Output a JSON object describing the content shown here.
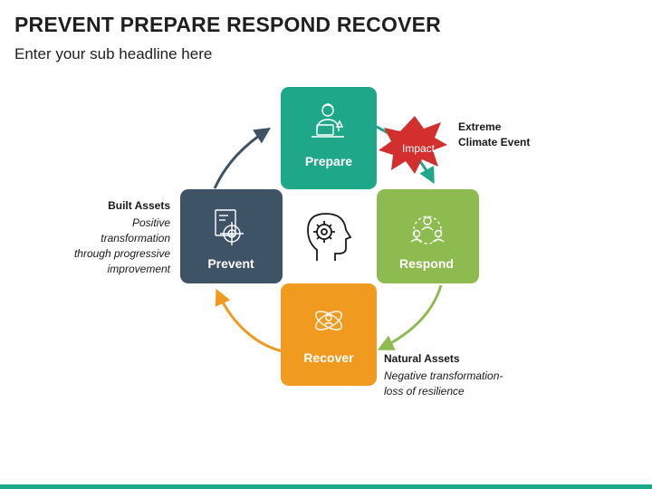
{
  "header": {
    "title": "PREVENT PREPARE RESPOND RECOVER",
    "subtitle": "Enter your sub headline here"
  },
  "cards": {
    "prepare": {
      "label": "Prepare",
      "icon": "person-at-laptop-icon",
      "color": "#1fa78a"
    },
    "prevent": {
      "label": "Prevent",
      "icon": "target-document-icon",
      "color": "#3f5366"
    },
    "respond": {
      "label": "Respond",
      "icon": "team-network-icon",
      "color": "#8dbb4f"
    },
    "recover": {
      "label": "Recover",
      "icon": "atom-person-icon",
      "color": "#f09a1f"
    },
    "center": {
      "icon": "head-gear-icon"
    }
  },
  "impact": {
    "label": "Impact",
    "color": "#d32f2f"
  },
  "notes": {
    "climate": {
      "title_line1": "Extreme",
      "title_line2": "Climate Event"
    },
    "built": {
      "title": "Built Assets",
      "lines": [
        "Positive",
        "transformation",
        "through progressive",
        "improvement"
      ]
    },
    "natural": {
      "title": "Natural Assets",
      "lines": [
        "Negative transformation-",
        "loss of resilience"
      ]
    }
  },
  "colors": {
    "accent_bar": "#1fa78a"
  }
}
